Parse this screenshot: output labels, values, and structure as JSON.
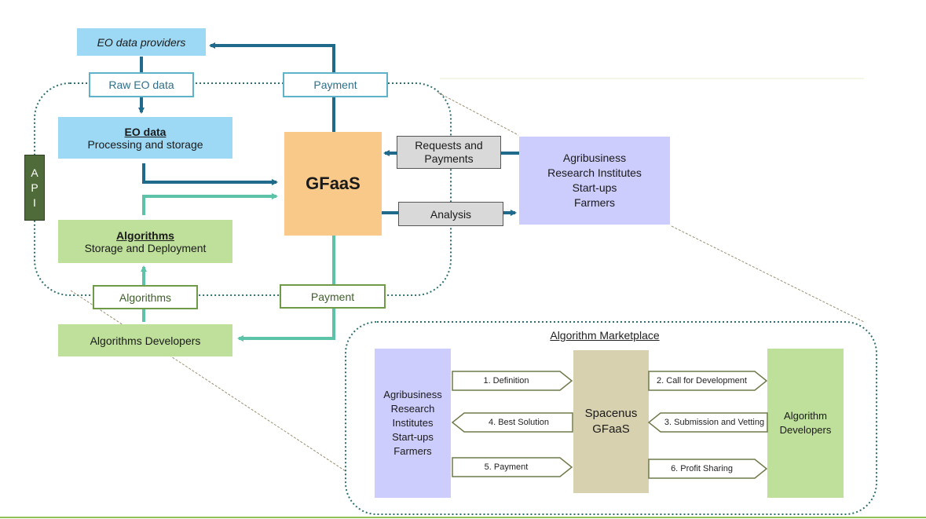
{
  "top": {
    "eo_providers": "EO data providers",
    "raw_eo_data": "Raw EO data",
    "payment_top": "Payment",
    "eo_data_title": "EO data",
    "eo_data_sub": "Processing and storage",
    "gfaas": "GFaaS",
    "requests_line1": "Requests and",
    "requests_line2": "Payments",
    "analysis": "Analysis",
    "clients": [
      "Agribusiness",
      "Research Institutes",
      "Start-ups",
      "Farmers"
    ],
    "api": [
      "A",
      "P",
      "I"
    ],
    "algorithms_title": "Algorithms",
    "algorithms_sub": "Storage and Deployment",
    "algorithms_label": "Algorithms",
    "payment_bottom": "Payment",
    "algorithm_developers": "Algorithms Developers"
  },
  "marketplace": {
    "title": "Algorithm Marketplace",
    "left_box": [
      "Agribusiness",
      "Research",
      "Institutes",
      "Start-ups",
      "Farmers"
    ],
    "center_box": [
      "Spacenus",
      "GFaaS"
    ],
    "right_box": [
      "Algorithm",
      "Developers"
    ],
    "steps": {
      "s1": "1. Definition",
      "s2": "2. Call for Development",
      "s3": "3. Submission and Vetting",
      "s4": "4. Best Solution",
      "s5": "5. Payment",
      "s6": "6. Profit Sharing"
    }
  },
  "colors": {
    "dark_teal": "#1f6a8a",
    "light_teal": "#5cc3a8",
    "blue_box": "#9dd9f5",
    "green_box": "#bfe09a",
    "orange_box": "#f9c98a",
    "lavender_box": "#ccccfd",
    "tan_box": "#d7d1b0",
    "api_box": "#4f6b3a"
  }
}
